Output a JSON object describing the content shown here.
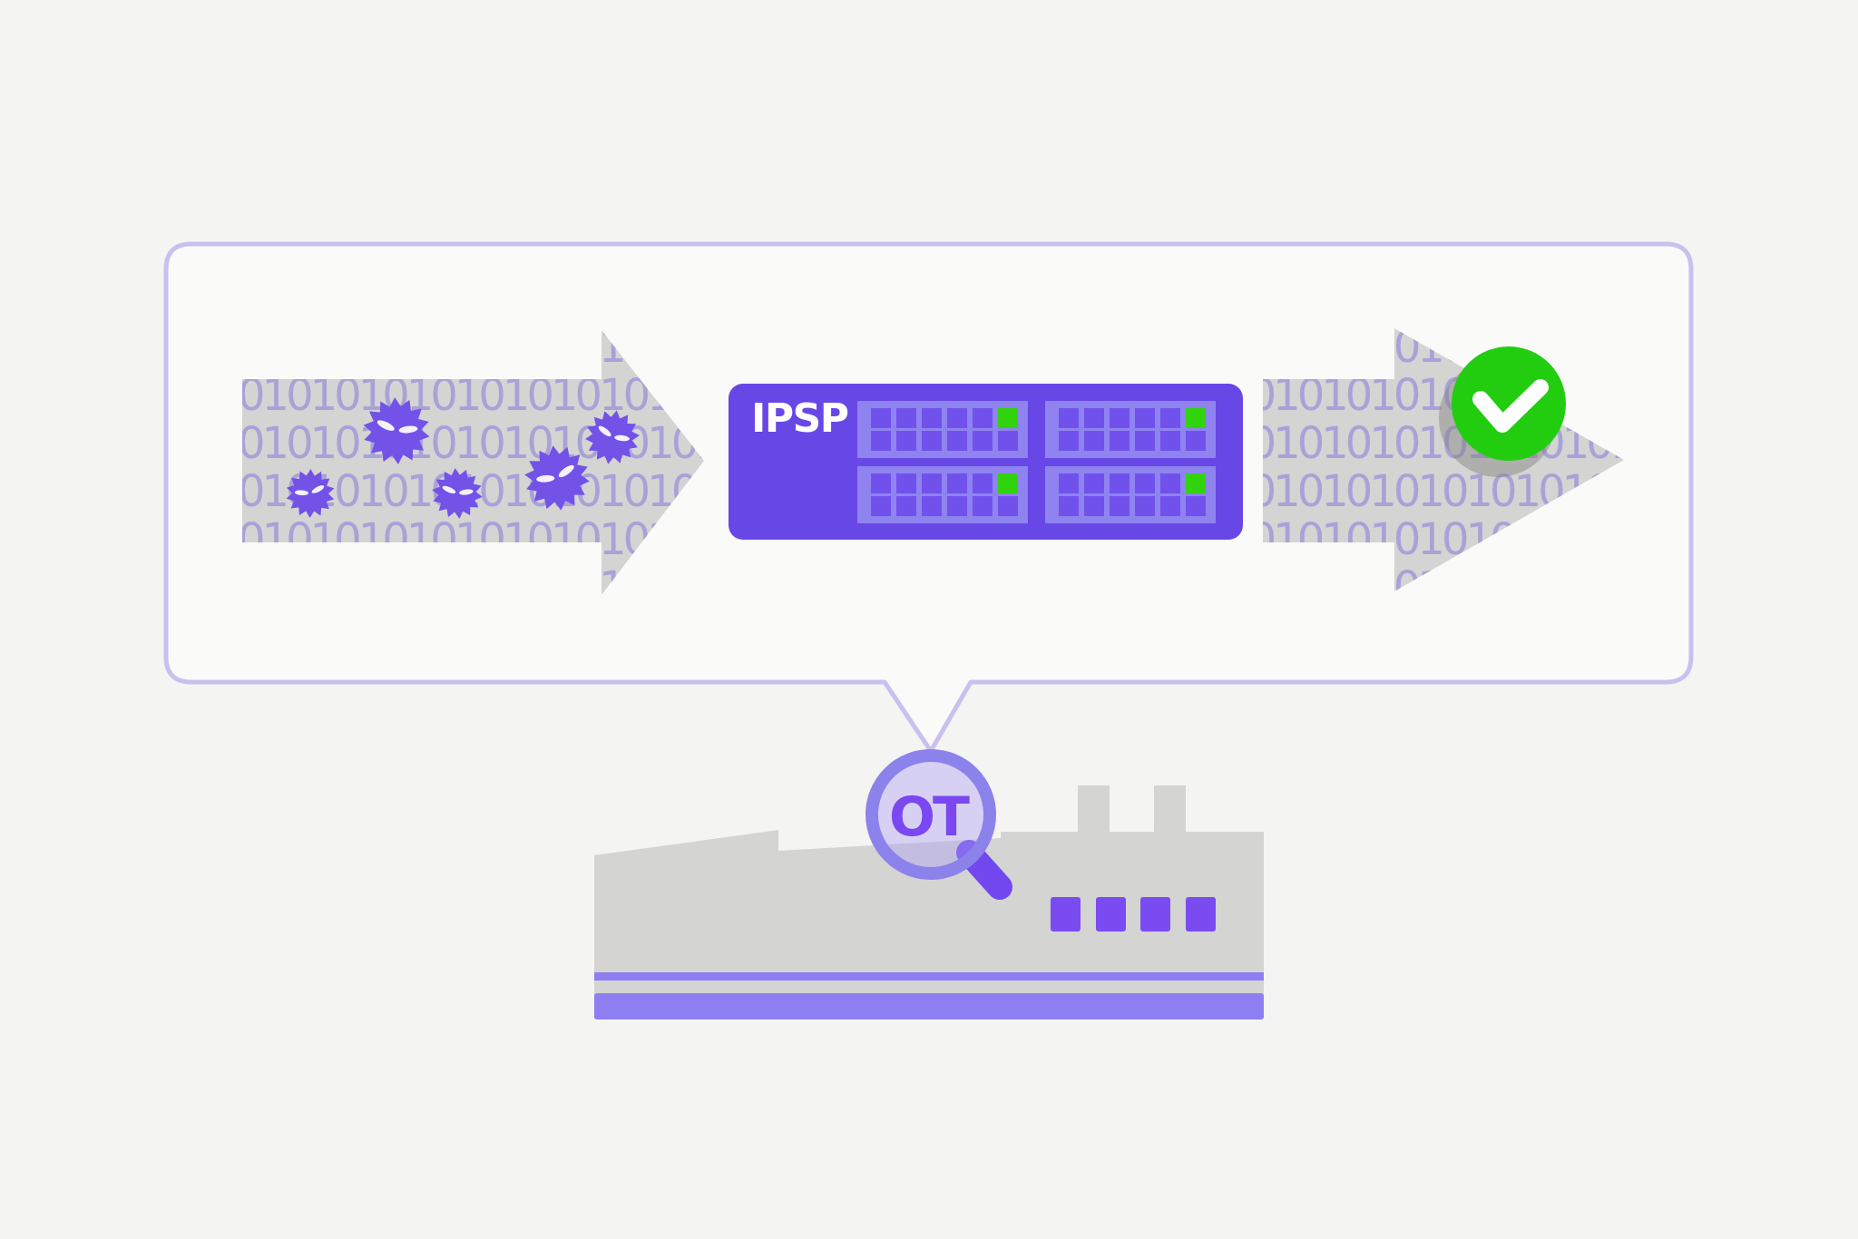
{
  "scene_title": "",
  "colors": {
    "background": "#f4f4f2",
    "bubble_fill": "#fafaf9",
    "bubble_border": "#c8c1ef",
    "arrow_gray": "#d4d4d2",
    "binary_text": "#a8a2d8",
    "malware_purple": "#7352e8",
    "malware_eye_white": "#f5f2fd",
    "device_purple": "#6847e7",
    "device_panel": "#8e83ef",
    "device_port": "#7151ec",
    "device_label_color": "#ffffff",
    "status_green": "#30d30c",
    "check_green": "#22cd10",
    "check_mark_white": "#ffffff",
    "factory_gray": "#d4d4d2",
    "factory_window": "#7b4bf2",
    "factory_stripe": "#8d7ff2",
    "magnifier_ring": "#8c82eb",
    "magnifier_lens": "rgba(170,158,242,0.40)",
    "magnifier_handle": "#7148ee",
    "ot_text_color": "#7a47f0"
  },
  "flow": {
    "binary_pattern": "0101010101010101010101010101010101010101010101010101010101010101",
    "incoming_threats": {
      "icon": "malware-virus-icon",
      "count": 5
    },
    "clean_output": {
      "icon": "check-circle-icon"
    }
  },
  "device": {
    "label": "IPSP",
    "panel_count": 4,
    "ports_per_panel": 12,
    "status_lights_per_panel": 1,
    "status_light_color": "#30d30c"
  },
  "inspection": {
    "label": "OT",
    "icon": "magnifying-glass-icon"
  },
  "factory": {
    "icon": "factory-icon",
    "window_count": 4,
    "chimney_count": 2
  }
}
